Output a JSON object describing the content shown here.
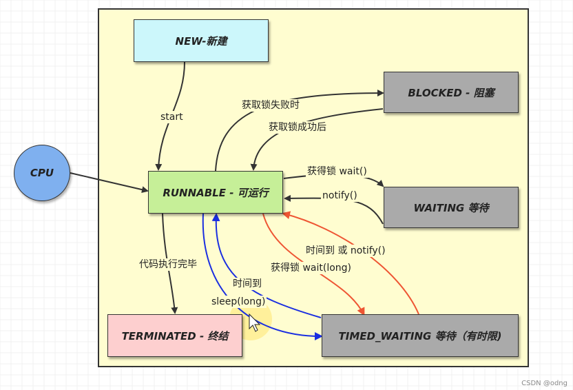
{
  "states": {
    "new": "NEW-新建",
    "runnable": "RUNNABLE - 可运行",
    "blocked": "BLOCKED - 阻塞",
    "waiting": "WAITING 等待",
    "timed_waiting": "TIMED_WAITING 等待（有时限)",
    "terminated": "TERMINATED - 终结",
    "cpu": "CPU"
  },
  "transitions": {
    "start": "start",
    "lock_fail": "获取锁失败时",
    "lock_success": "获取锁成功后",
    "wait": "获得锁 wait()",
    "notify": "notify()",
    "done": "代码执行完毕",
    "timeout_or_notify": "时间到 或 notify()",
    "wait_long": "获得锁 wait(long)",
    "sleep_timeout": "时间到",
    "sleep_long": "sleep(long)"
  },
  "colors": {
    "new_fill": "#ccf7fb",
    "runnable_fill": "#c6ef98",
    "blocked_fill": "#aaaaaa",
    "terminated_fill": "#fdcfcf",
    "cpu_fill": "#7fb0ef",
    "frame_fill": "#fffdd0",
    "arrow_dark": "#333333",
    "arrow_blue": "#1a2ee0",
    "arrow_red": "#ee5533"
  },
  "watermark": "CSDN @odng"
}
